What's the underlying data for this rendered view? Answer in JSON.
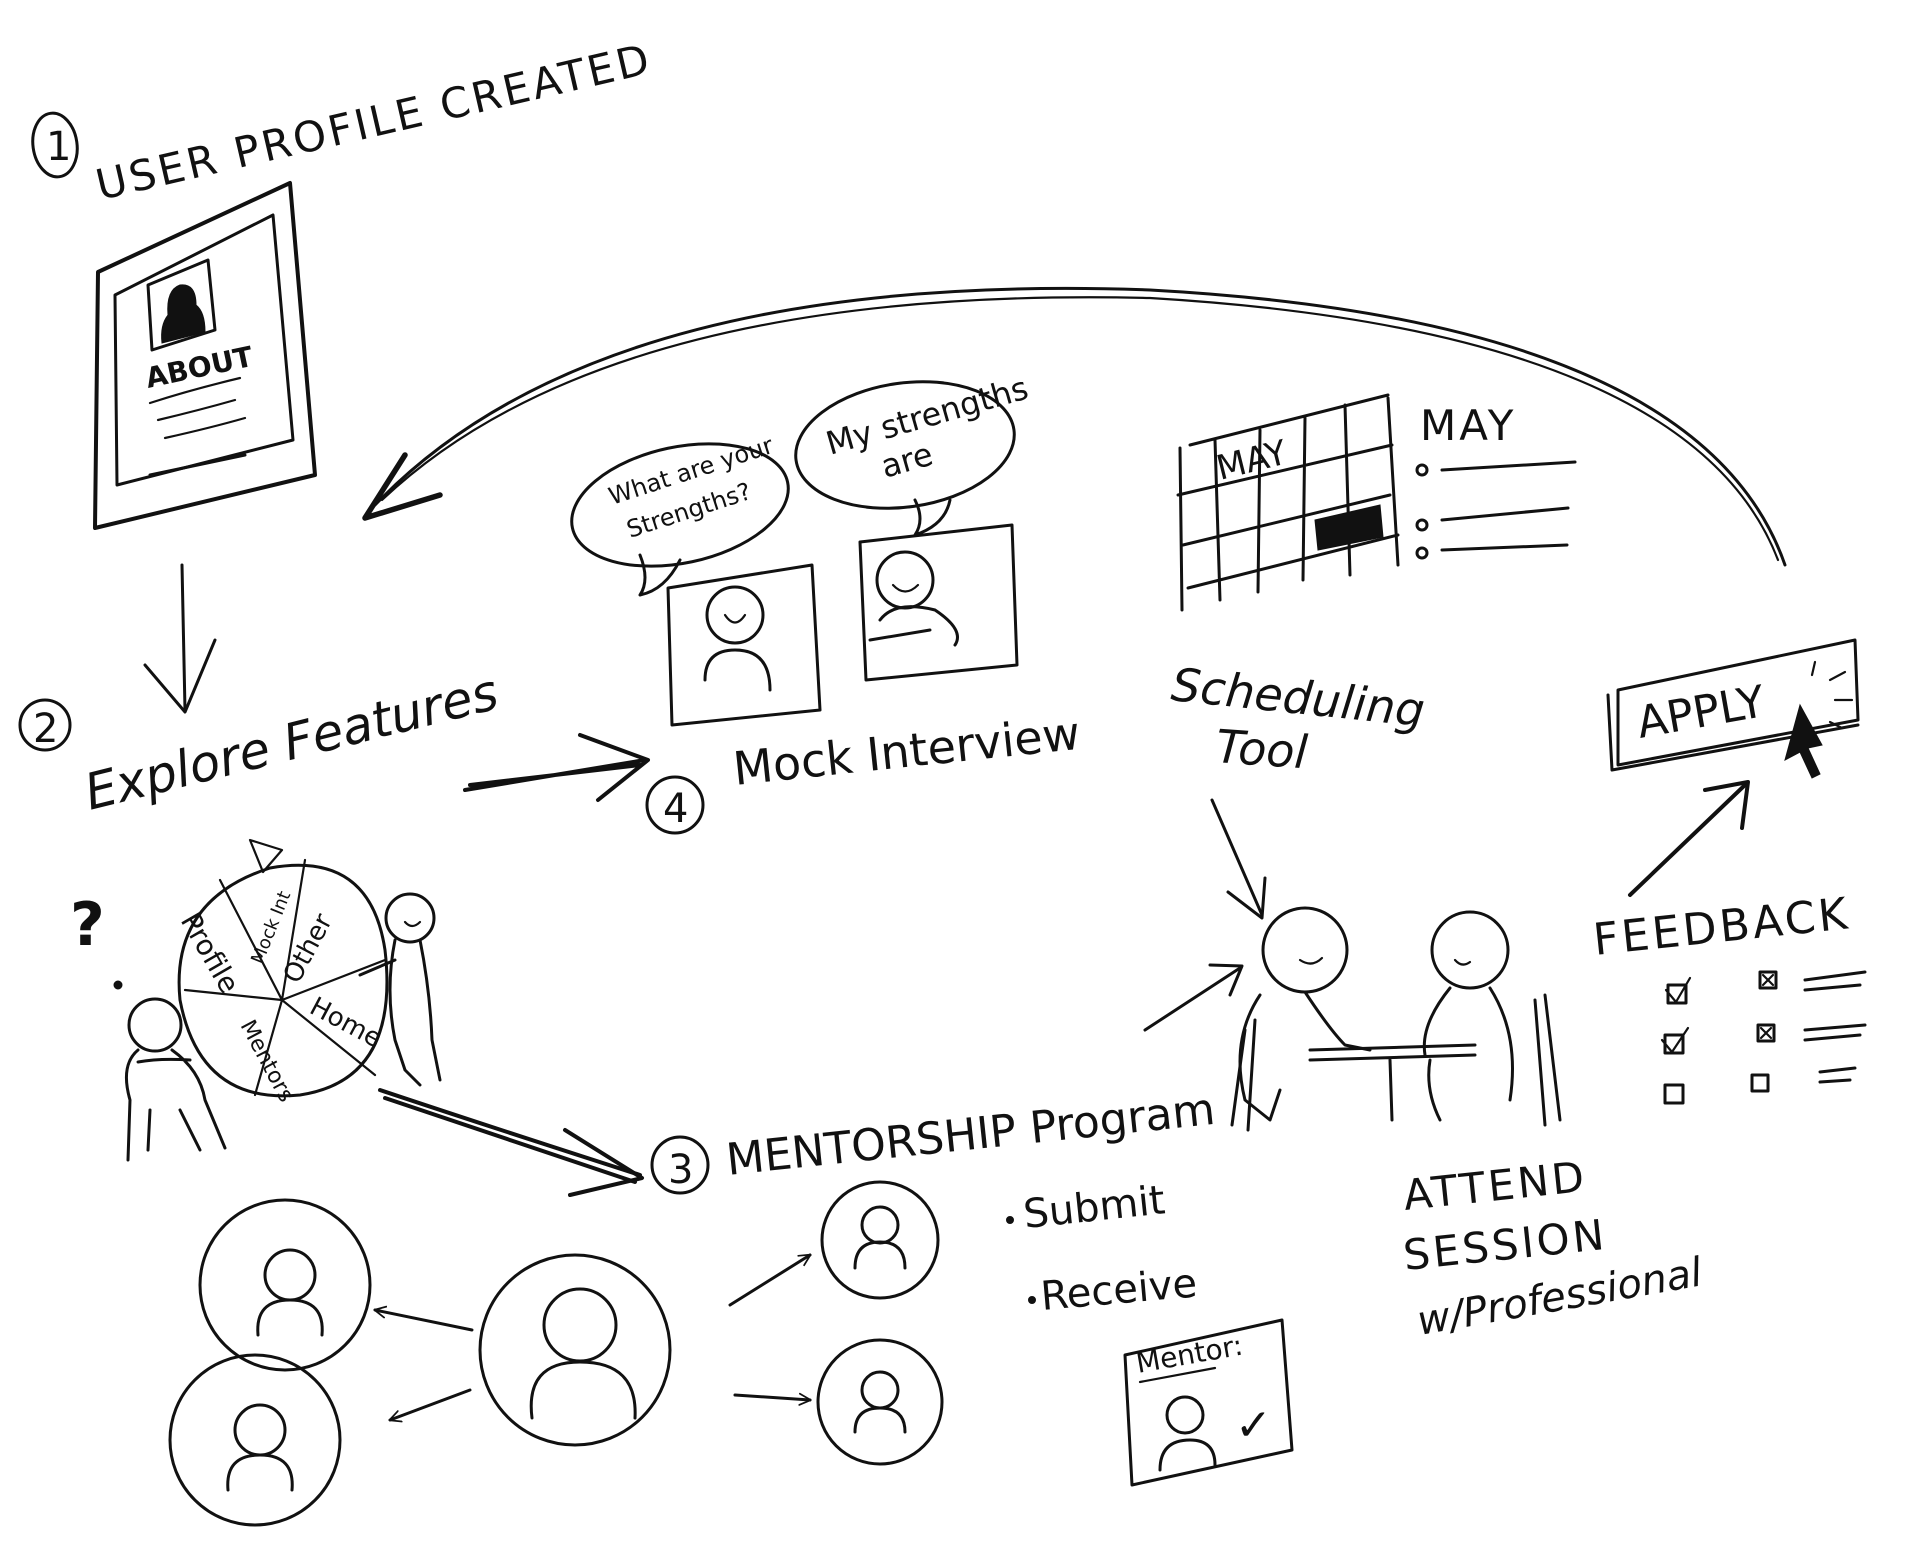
{
  "step1": {
    "number": "1",
    "title": "USER PROFILE CREATED",
    "profile_about": "ABOUT"
  },
  "step2": {
    "number": "2",
    "title": "Explore Features",
    "wheel_segments": [
      "Profile",
      "Mock Int",
      "Other",
      "Home",
      "Mentors"
    ],
    "question_mark": "?"
  },
  "step3": {
    "number": "3",
    "title": "MENTORSHIP Program",
    "bullets": [
      "Submit",
      "Receive"
    ],
    "card_label": "Mentor:",
    "card_check": "✓"
  },
  "step4": {
    "number": "4",
    "title": "Mock Interview",
    "bubble_question_lines": [
      "What are your",
      "Strengths?"
    ],
    "bubble_answer_lines": [
      "My strengths",
      "are"
    ]
  },
  "scheduling": {
    "calendar_header": "MAY",
    "list_title": "MAY",
    "caption_lines": [
      "Scheduling",
      "Tool"
    ]
  },
  "session": {
    "caption_lines": [
      "ATTEND",
      "SESSION",
      "w/Professional"
    ]
  },
  "apply": {
    "button_label": "APPLY"
  },
  "feedback": {
    "title": "FEEDBACK"
  }
}
